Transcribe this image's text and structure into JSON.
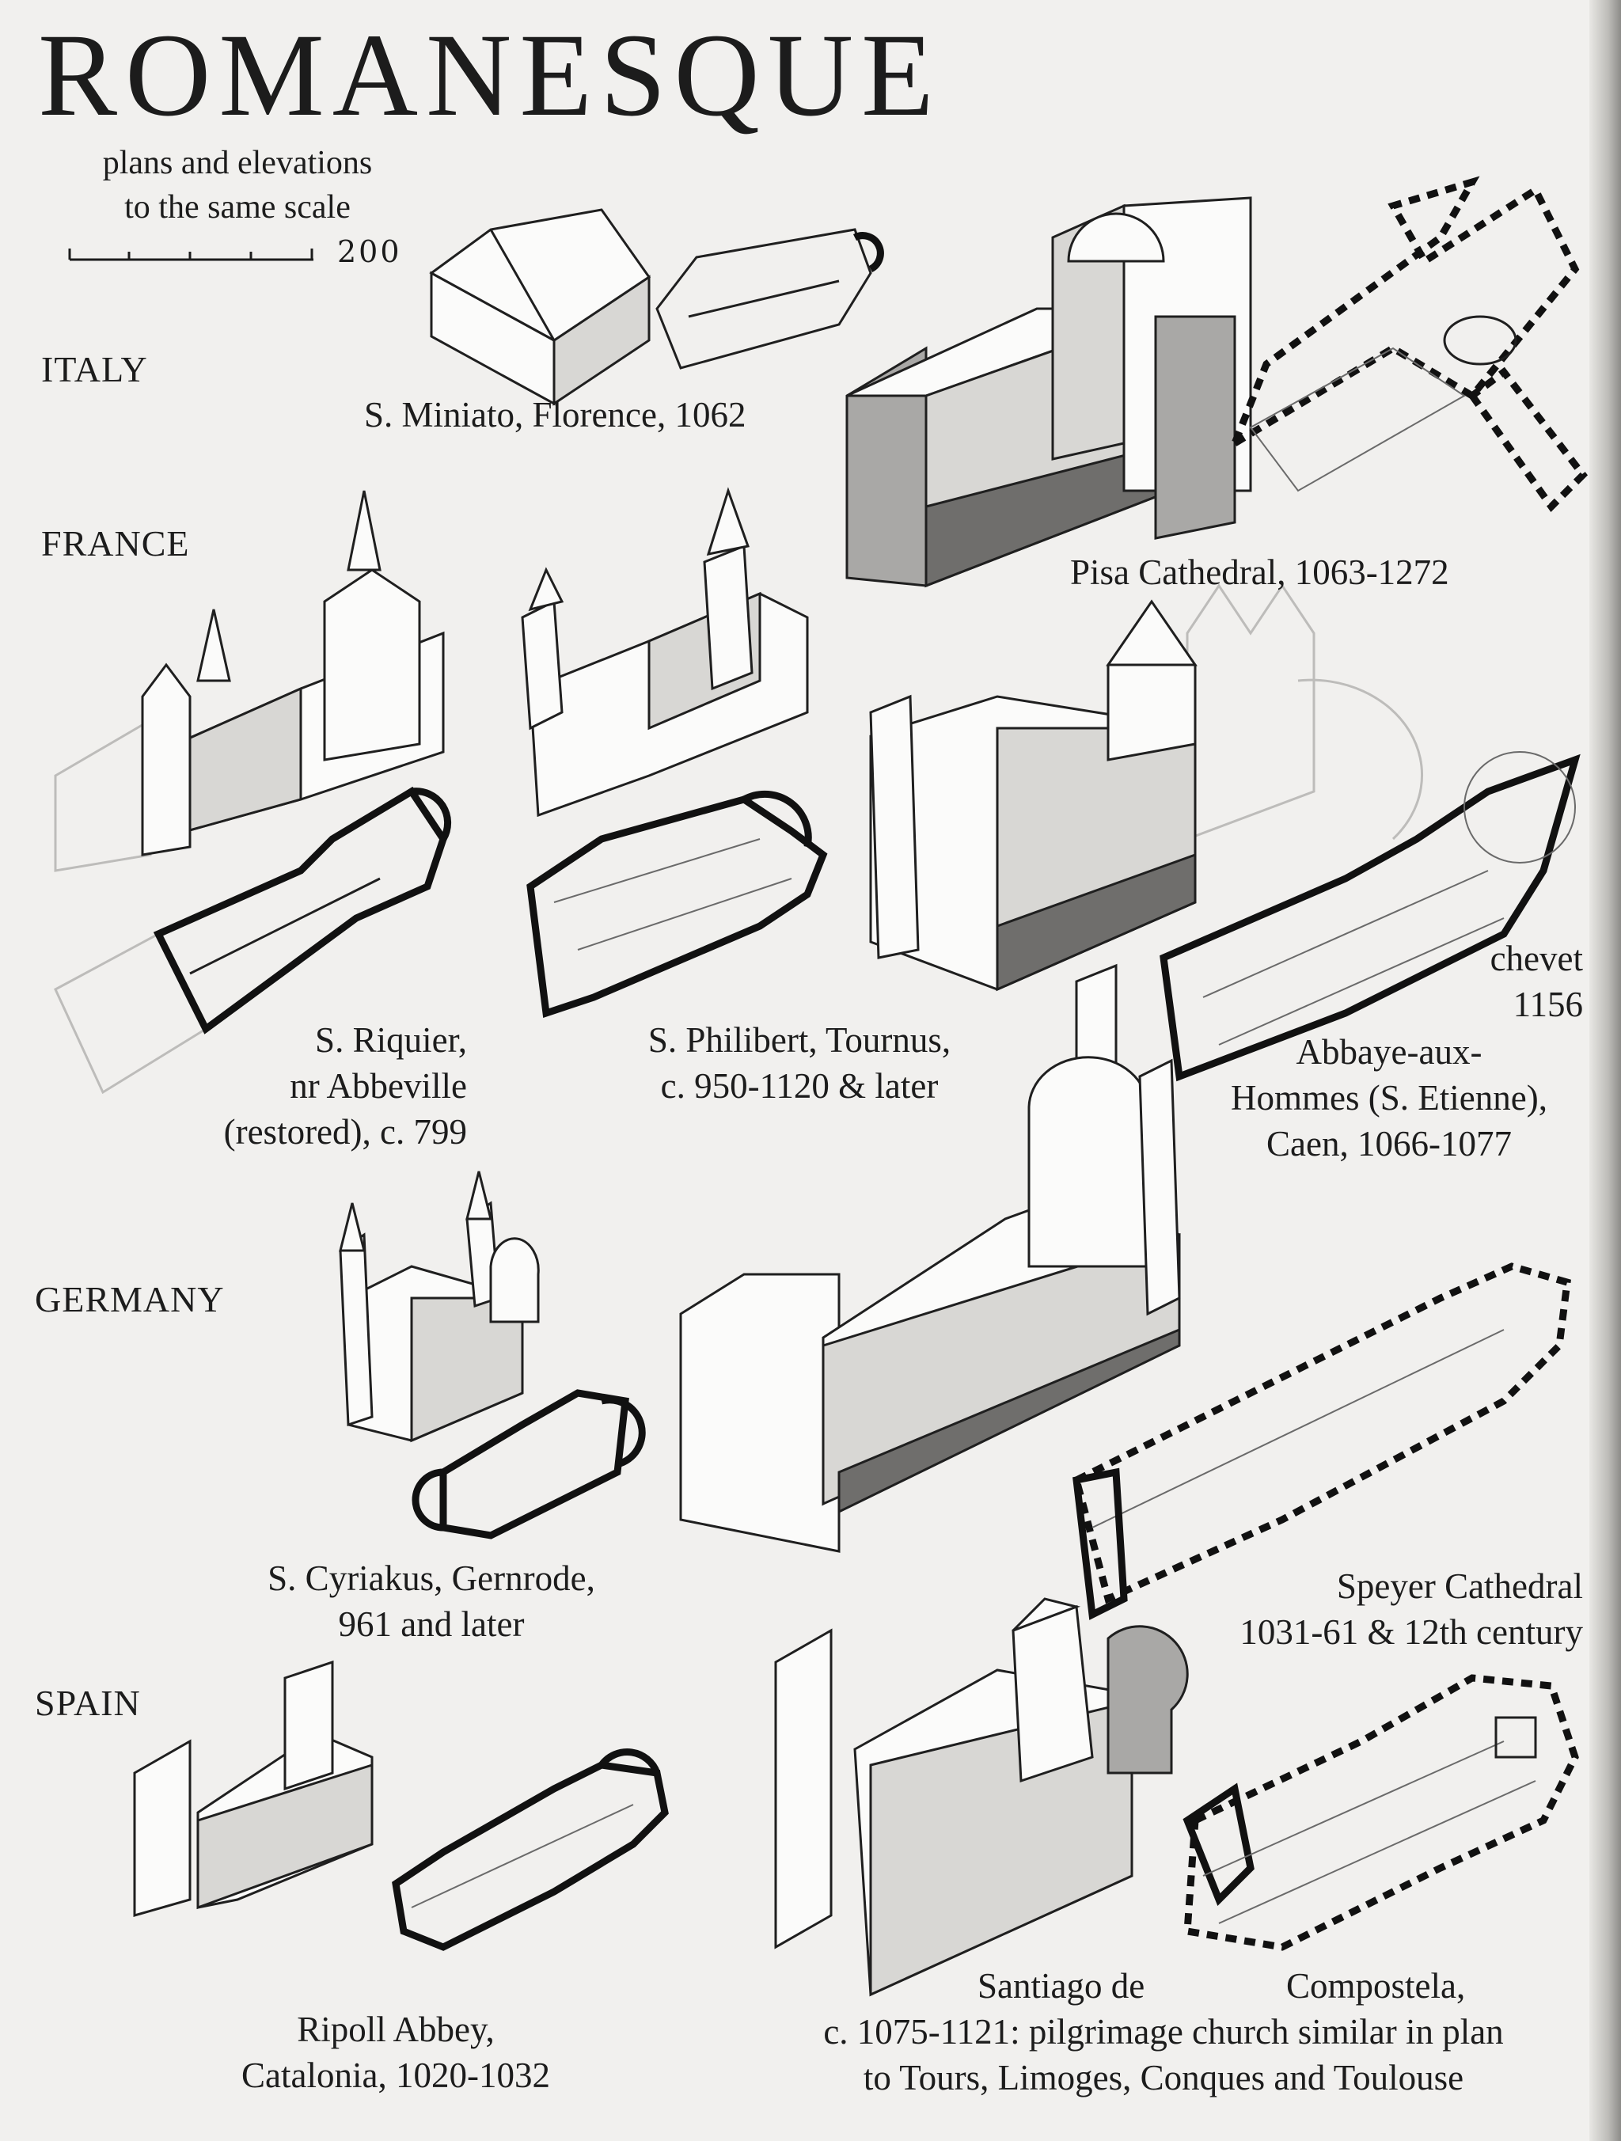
{
  "header": {
    "title": "ROMANESQUE",
    "subtitle_line1": "plans and elevations",
    "subtitle_line2": "to the same scale",
    "scale_label": "200"
  },
  "countries": {
    "italy": "ITALY",
    "france": "FRANCE",
    "germany": "GERMANY",
    "spain": "SPAIN"
  },
  "captions": {
    "s_miniato": "S. Miniato, Florence, 1062",
    "pisa": "Pisa Cathedral, 1063-1272",
    "s_riquier_1": "S. Riquier,",
    "s_riquier_2": "nr Abbeville",
    "s_riquier_3": "(restored), c. 799",
    "s_philibert_1": "S. Philibert, Tournus,",
    "s_philibert_2": "c. 950-1120 & later",
    "chevet_1": "chevet",
    "chevet_2": "1156",
    "abbaye_1": "Abbaye-aux-",
    "abbaye_2": "Hommes (S. Etienne),",
    "abbaye_3": "Caen, 1066-1077",
    "s_cyriakus_1": "S. Cyriakus, Gernrode,",
    "s_cyriakus_2": "961 and later",
    "speyer_1": "Speyer Cathedral",
    "speyer_2": "1031-61 & 12th century",
    "ripoll_1": "Ripoll Abbey,",
    "ripoll_2": "Catalonia, 1020-1032",
    "santiago_1a": "Santiago de",
    "santiago_1b": "Compostela,",
    "santiago_2": "c. 1075-1121: pilgrimage church similar in plan",
    "santiago_3": "to Tours, Limoges, Conques and Toulouse"
  }
}
